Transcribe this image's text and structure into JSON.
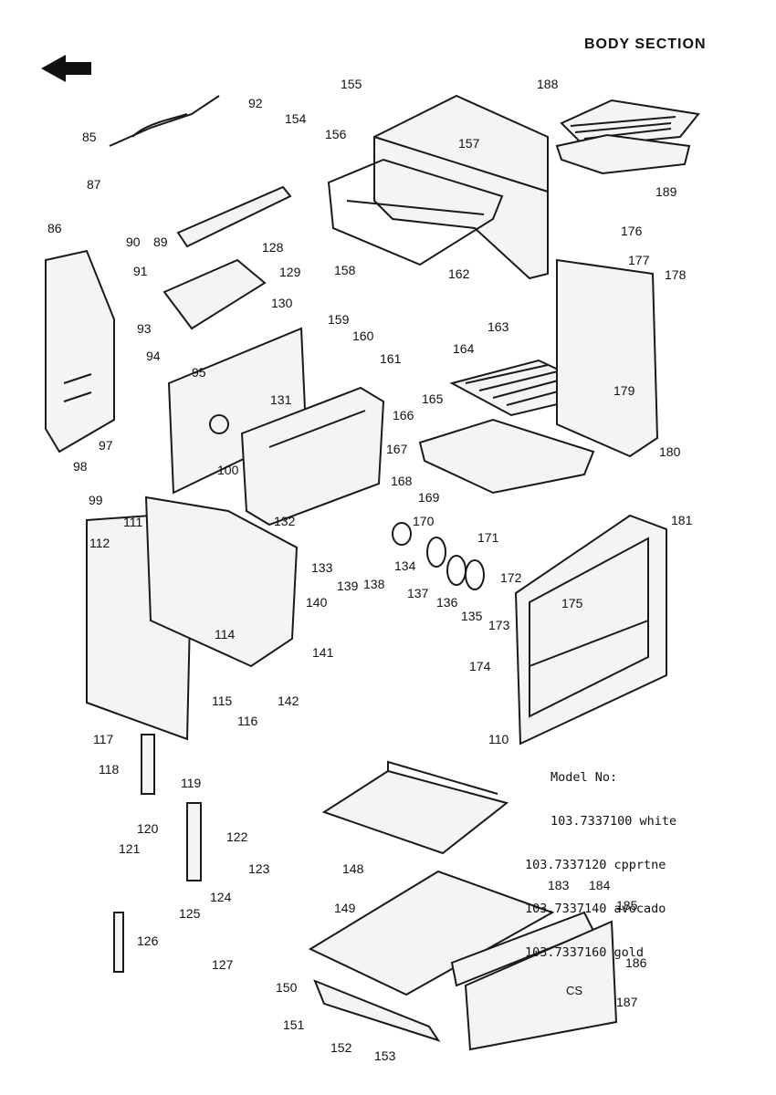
{
  "section_title": "BODY SECTION",
  "model": {
    "label": "Model No:",
    "lines": [
      "103.7337100 white",
      "103.7337120 cpprtne",
      "103.7337140 avocado",
      "103.7337160 gold"
    ]
  },
  "footer_code": "CS",
  "part_numbers": [
    "85",
    "86",
    "87",
    "89",
    "90",
    "91",
    "92",
    "93",
    "94",
    "95",
    "97",
    "98",
    "99",
    "100",
    "110",
    "111",
    "112",
    "114",
    "115",
    "116",
    "117",
    "118",
    "119",
    "120",
    "121",
    "122",
    "123",
    "124",
    "125",
    "126",
    "127",
    "128",
    "129",
    "130",
    "131",
    "132",
    "133",
    "134",
    "135",
    "136",
    "137",
    "138",
    "139",
    "140",
    "141",
    "142",
    "148",
    "149",
    "150",
    "151",
    "152",
    "153",
    "154",
    "155",
    "156",
    "157",
    "158",
    "159",
    "160",
    "161",
    "162",
    "163",
    "164",
    "165",
    "166",
    "167",
    "168",
    "169",
    "170",
    "171",
    "172",
    "173",
    "174",
    "175",
    "176",
    "177",
    "178",
    "179",
    "180",
    "181",
    "183",
    "184",
    "185",
    "186",
    "187",
    "188",
    "189"
  ]
}
